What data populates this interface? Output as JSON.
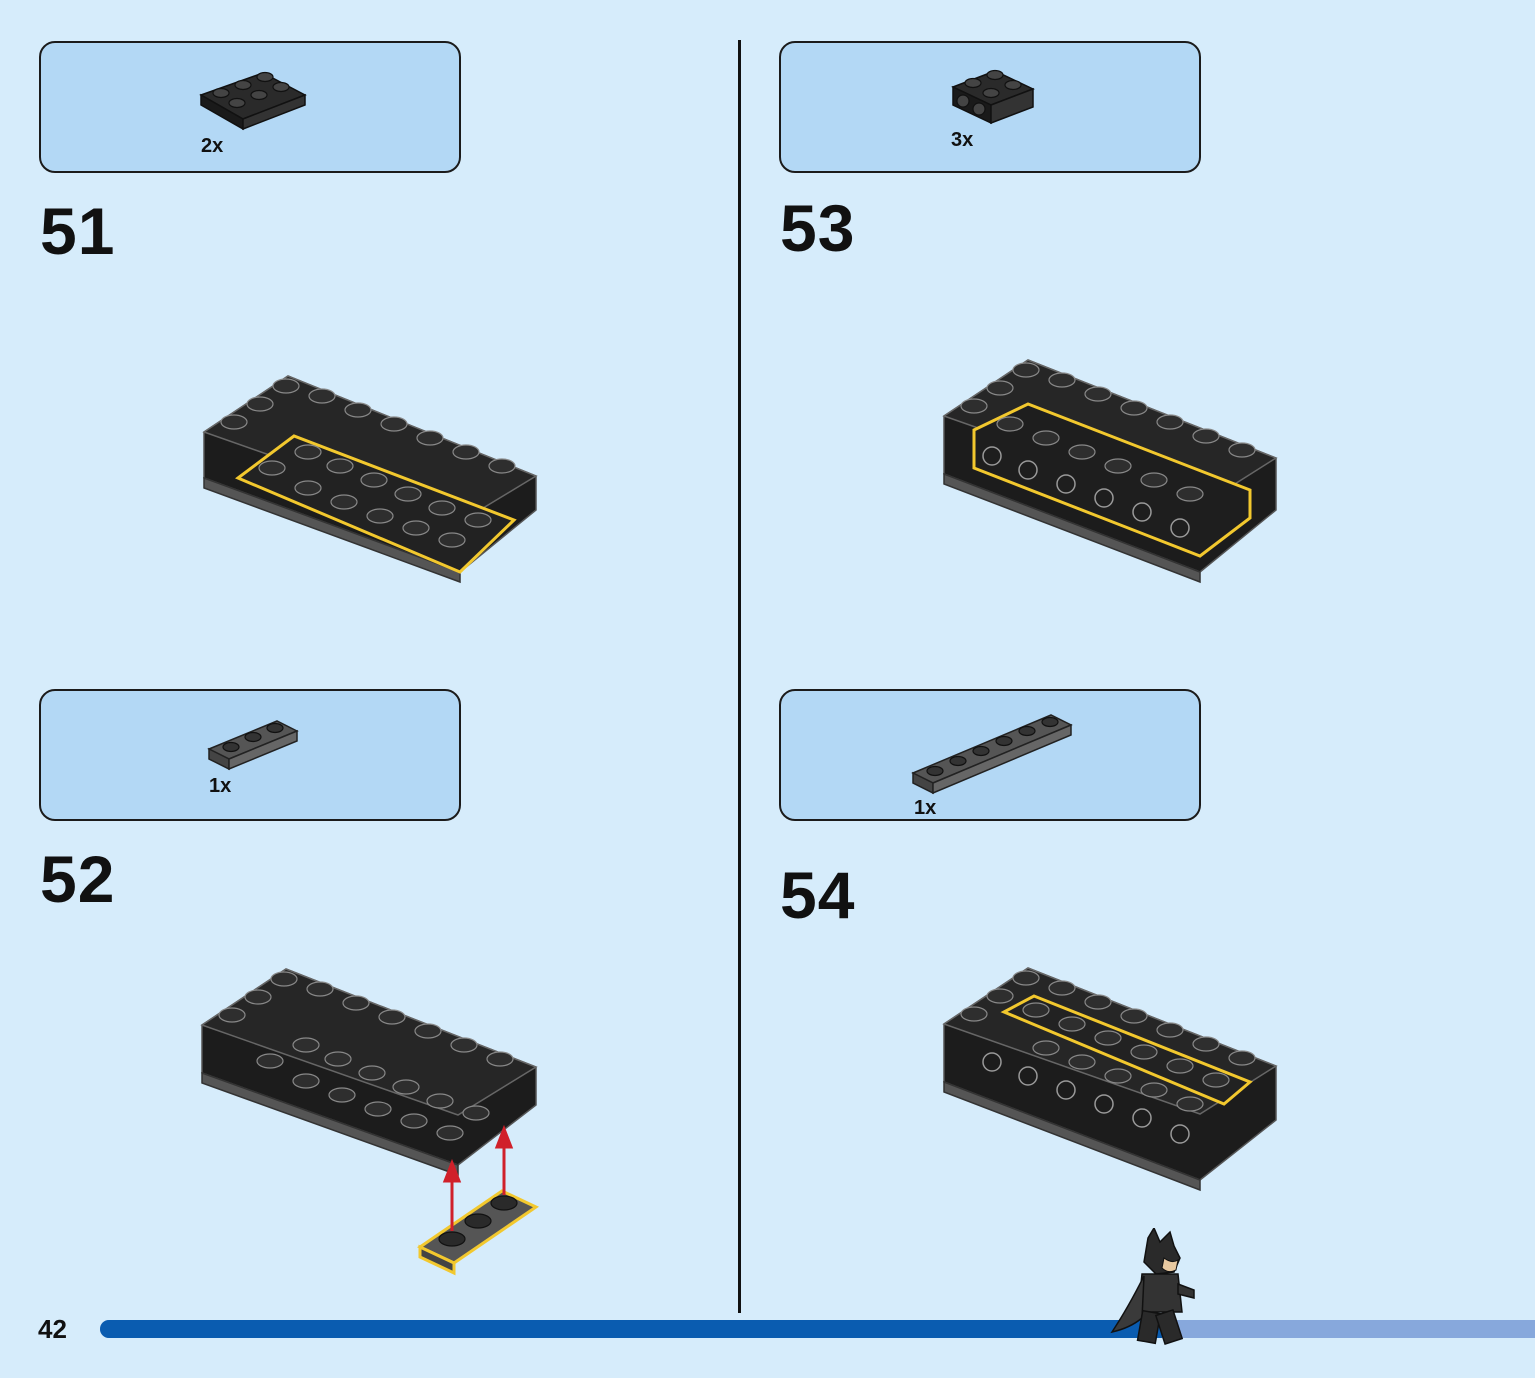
{
  "page": {
    "number": "42",
    "progress_percent": 74,
    "accent": "#0a5cb0",
    "track": "#87a8dc",
    "highlight": "#f2c82e",
    "arrow": "#d0202a"
  },
  "steps": [
    {
      "number": "51",
      "quantity": "2x",
      "part_icon": "plate-2x3-black-icon"
    },
    {
      "number": "52",
      "quantity": "1x",
      "part_icon": "plate-1x3-dark-gray-icon"
    },
    {
      "number": "53",
      "quantity": "3x",
      "part_icon": "brick-side-studs-black-icon"
    },
    {
      "number": "54",
      "quantity": "1x",
      "part_icon": "plate-1x6-dark-gray-icon"
    }
  ]
}
